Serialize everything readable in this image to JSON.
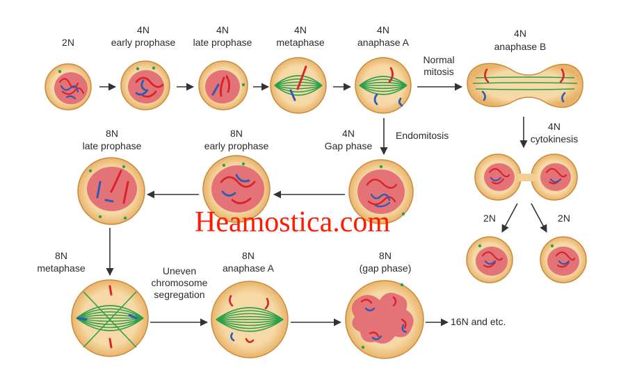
{
  "watermark": "Heamostica.com",
  "labels": {
    "c1_ploidy": "2N",
    "c2_ploidy": "4N",
    "c2_stage": "early prophase",
    "c3_ploidy": "4N",
    "c3_stage": "late prophase",
    "c4_ploidy": "4N",
    "c4_stage": "metaphase",
    "c5_ploidy": "4N",
    "c5_stage": "anaphase A",
    "normal_mitosis": "Normal\nmitosis",
    "c6_ploidy": "4N",
    "c6_stage": "anaphase B",
    "cyto_ploidy": "4N",
    "cyto_stage": "cytokinesis",
    "endomitosis": "Endomitosis",
    "gap_ploidy": "4N",
    "gap_stage": "Gap phase",
    "ep8_ploidy": "8N",
    "ep8_stage": "early prophase",
    "lp8_ploidy": "8N",
    "lp8_stage": "late prophase",
    "d1_ploidy": "2N",
    "d2_ploidy": "2N",
    "m8_ploidy": "8N",
    "m8_stage": "metaphase",
    "uneven": "Uneven\nchromosome\nsegregation",
    "a8_ploidy": "8N",
    "a8_stage": "anaphase A",
    "g8_ploidy": "8N",
    "g8_stage": "(gap phase)",
    "end": "16N and etc."
  },
  "colors": {
    "cell_fill": "#f3cf94",
    "cell_edge": "#c98a3c",
    "nucleus": "#e0606f",
    "red": "#d8232a",
    "blue": "#2a5cb5",
    "green": "#2aa04a",
    "arrow": "#333333"
  }
}
